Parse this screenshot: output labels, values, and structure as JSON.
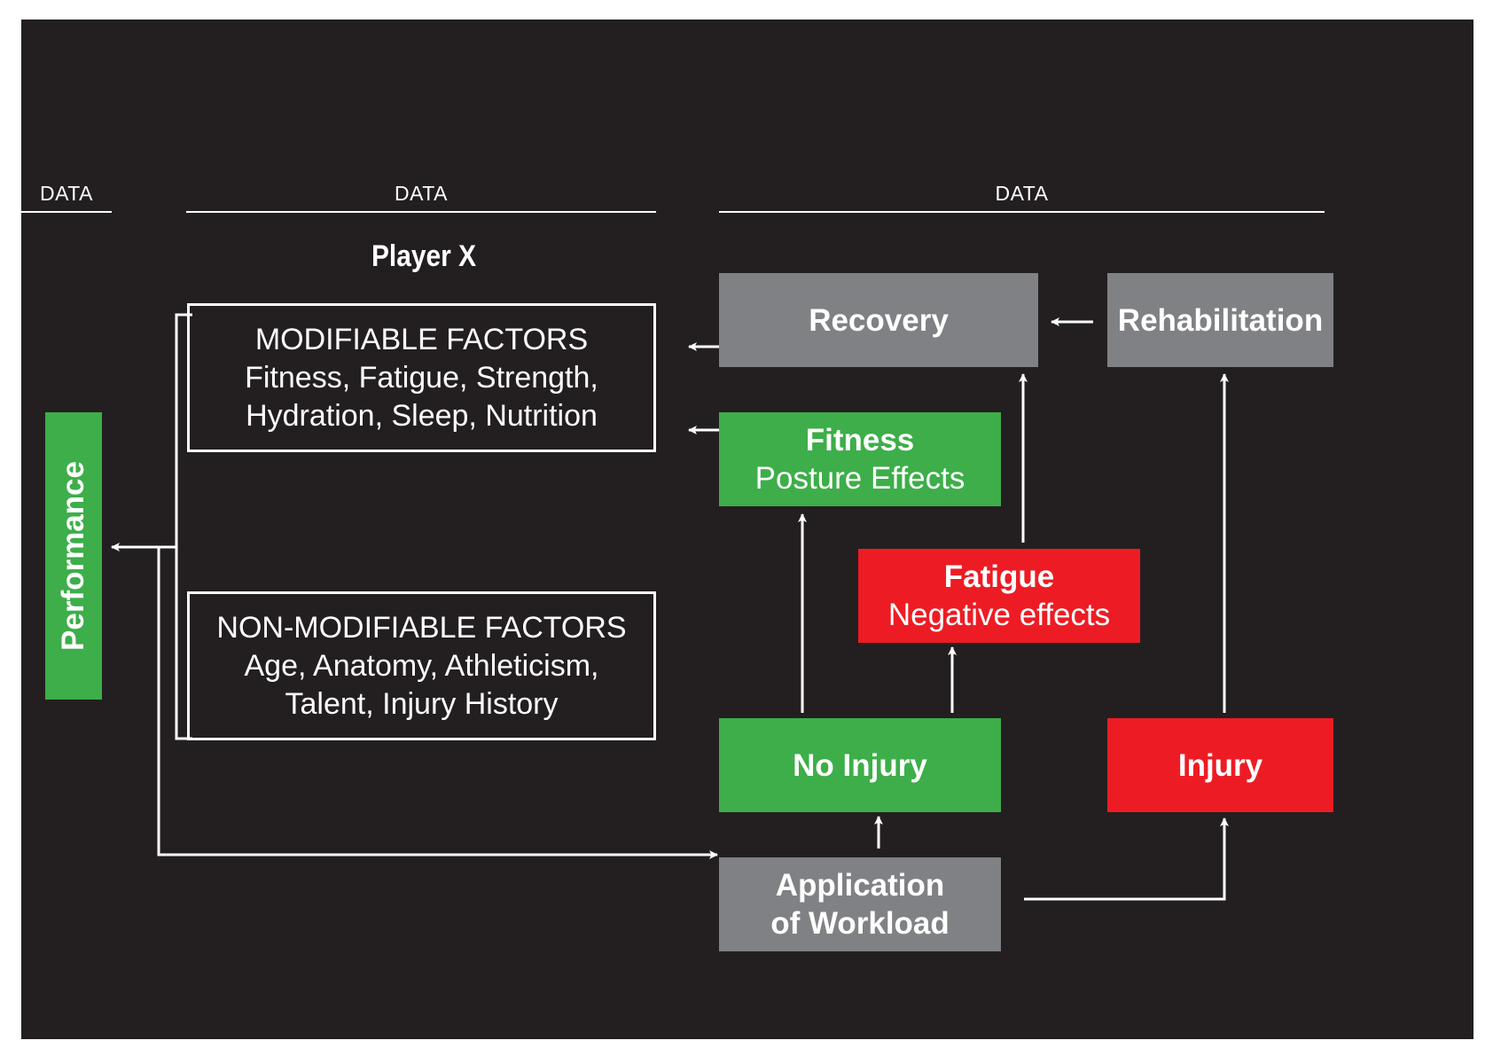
{
  "headers": {
    "left": "DATA",
    "middle": "DATA",
    "right": "DATA"
  },
  "player_title": "Player X",
  "performance": "Performance",
  "modifiable": {
    "title": "MODIFIABLE FACTORS",
    "line1": "Fitness, Fatigue, Strength,",
    "line2": "Hydration, Sleep, Nutrition"
  },
  "non_modifiable": {
    "title": "NON-MODIFIABLE FACTORS",
    "line1": "Age, Anatomy, Athleticism,",
    "line2": "Talent, Injury History"
  },
  "recovery": "Recovery",
  "rehabilitation": "Rehabilitation",
  "fitness": {
    "line1": "Fitness",
    "line2": "Posture Effects"
  },
  "fatigue": {
    "line1": "Fatigue",
    "line2": "Negative effects"
  },
  "no_injury": "No Injury",
  "injury": "Injury",
  "workload": {
    "line1": "Application",
    "line2": "of Workload"
  },
  "colors": {
    "background": "#231f20",
    "green": "#3dae49",
    "red": "#ed1c24",
    "gray": "#808184",
    "line": "#ffffff"
  },
  "icons": {
    "arrow": "arrow-icon"
  }
}
